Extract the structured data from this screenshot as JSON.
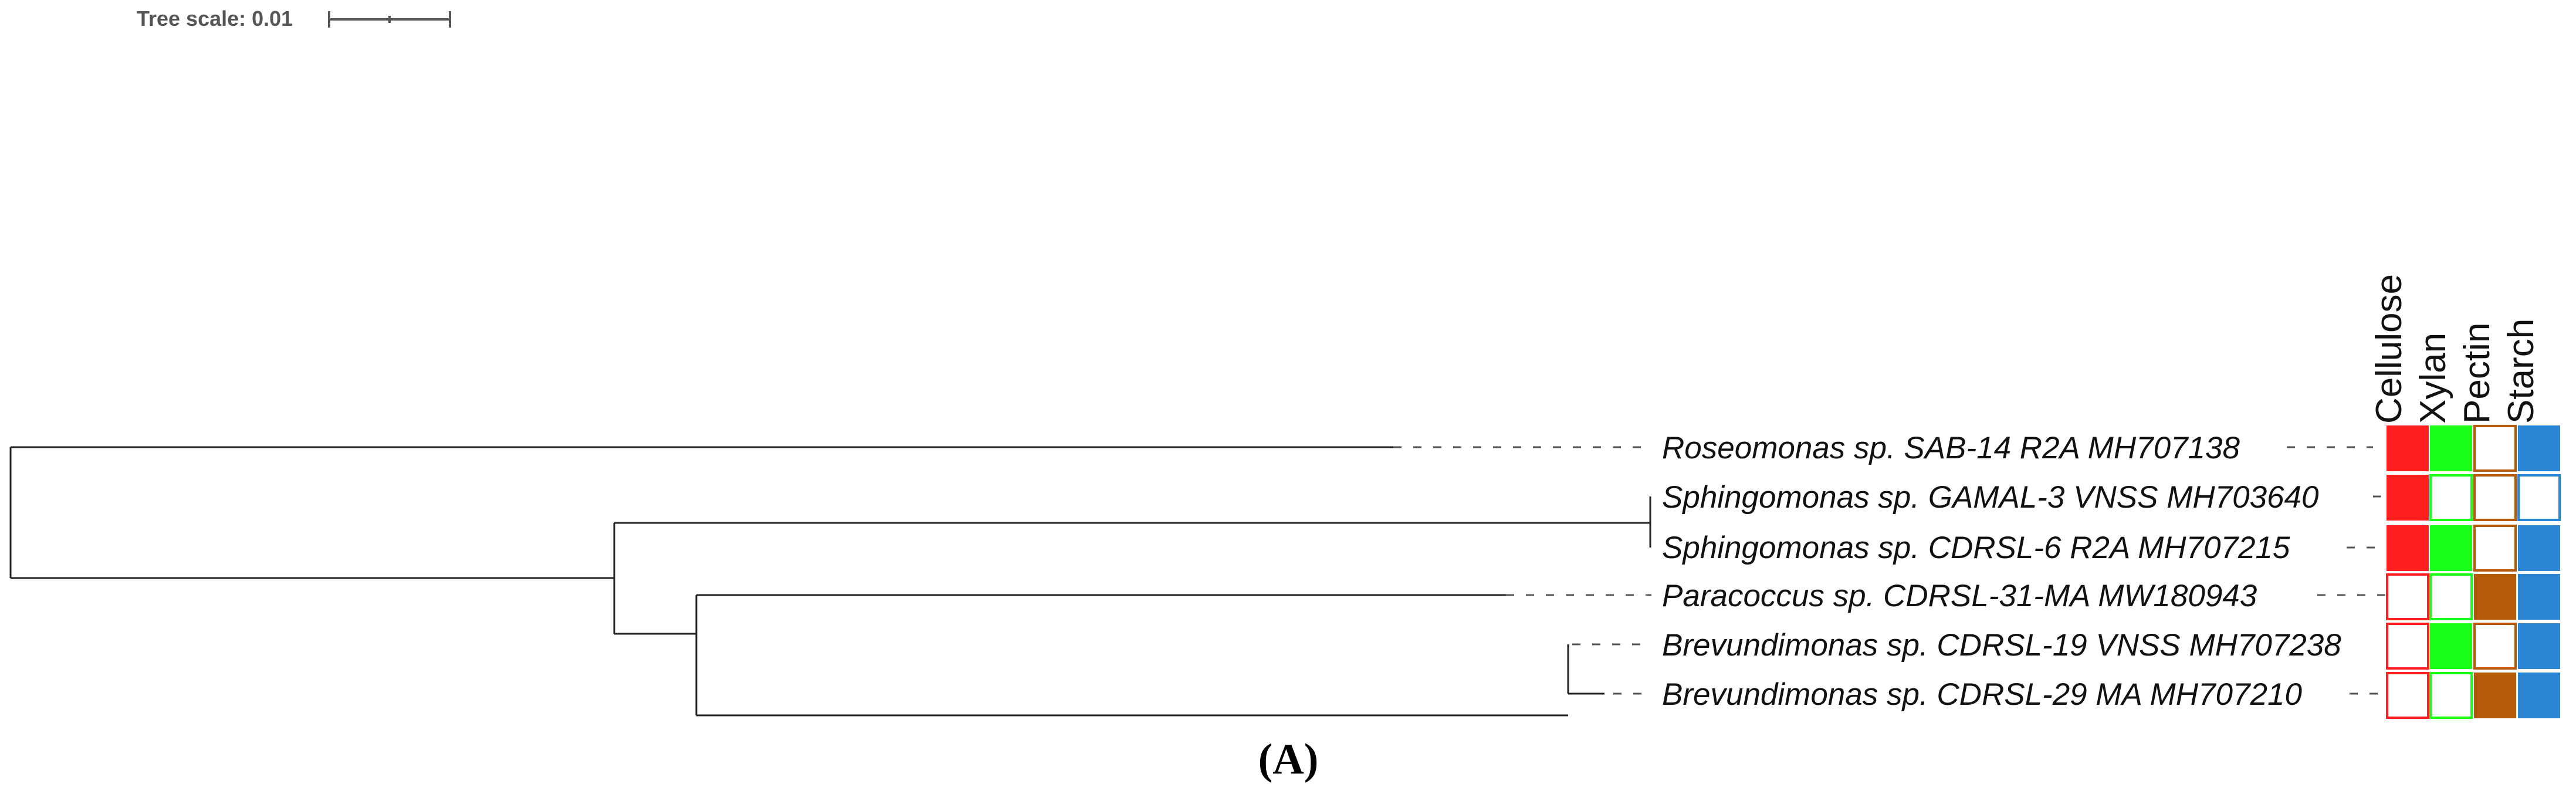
{
  "tree_scale": {
    "label": "Tree scale: 0.01"
  },
  "columns": [
    "Cellulose",
    "Xylan",
    "Pectin",
    "Starch"
  ],
  "column_colors": [
    "#ff1f1f",
    "#19ff19",
    "#b55a09",
    "#2a86d4"
  ],
  "taxa": [
    {
      "name": "Roseomonas sp. SAB-14 R2A MH707138",
      "activity": [
        true,
        true,
        false,
        true
      ]
    },
    {
      "name": "Sphingomonas sp. GAMAL-3 VNSS MH703640",
      "activity": [
        true,
        false,
        false,
        false
      ]
    },
    {
      "name": "Sphingomonas sp. CDRSL-6 R2A MH707215",
      "activity": [
        true,
        true,
        false,
        true
      ]
    },
    {
      "name": "Paracoccus sp. CDRSL-31-MA MW180943",
      "activity": [
        false,
        false,
        true,
        true
      ]
    },
    {
      "name": "Brevundimonas sp. CDRSL-19 VNSS MH707238",
      "activity": [
        false,
        true,
        false,
        true
      ]
    },
    {
      "name": "Brevundimonas sp. CDRSL-29 MA MH707210",
      "activity": [
        false,
        false,
        true,
        true
      ]
    }
  ],
  "panel_label": "(A)"
}
